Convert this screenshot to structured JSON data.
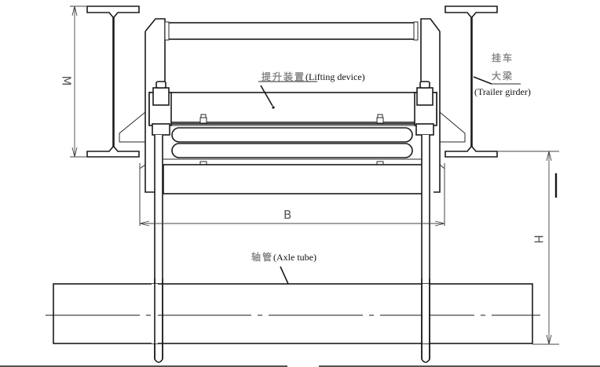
{
  "diagram": {
    "type": "engineering-drawing",
    "subject": "Air suspension lifting device mounted under trailer girder, front view",
    "line_color": "#1a1a1a",
    "background": "#ffffff"
  },
  "labels": {
    "lifting_device": {
      "cn": "提升装置",
      "en": "(Lifting device)"
    },
    "trailer_girder": {
      "cn_line1": "挂车",
      "cn_line2": "大梁",
      "en": "(Trailer girder)"
    },
    "axle_tube": {
      "cn": "轴管",
      "en": "(Axle tube)"
    }
  },
  "dimensions": {
    "M": "M",
    "B": "B",
    "H": "H"
  }
}
